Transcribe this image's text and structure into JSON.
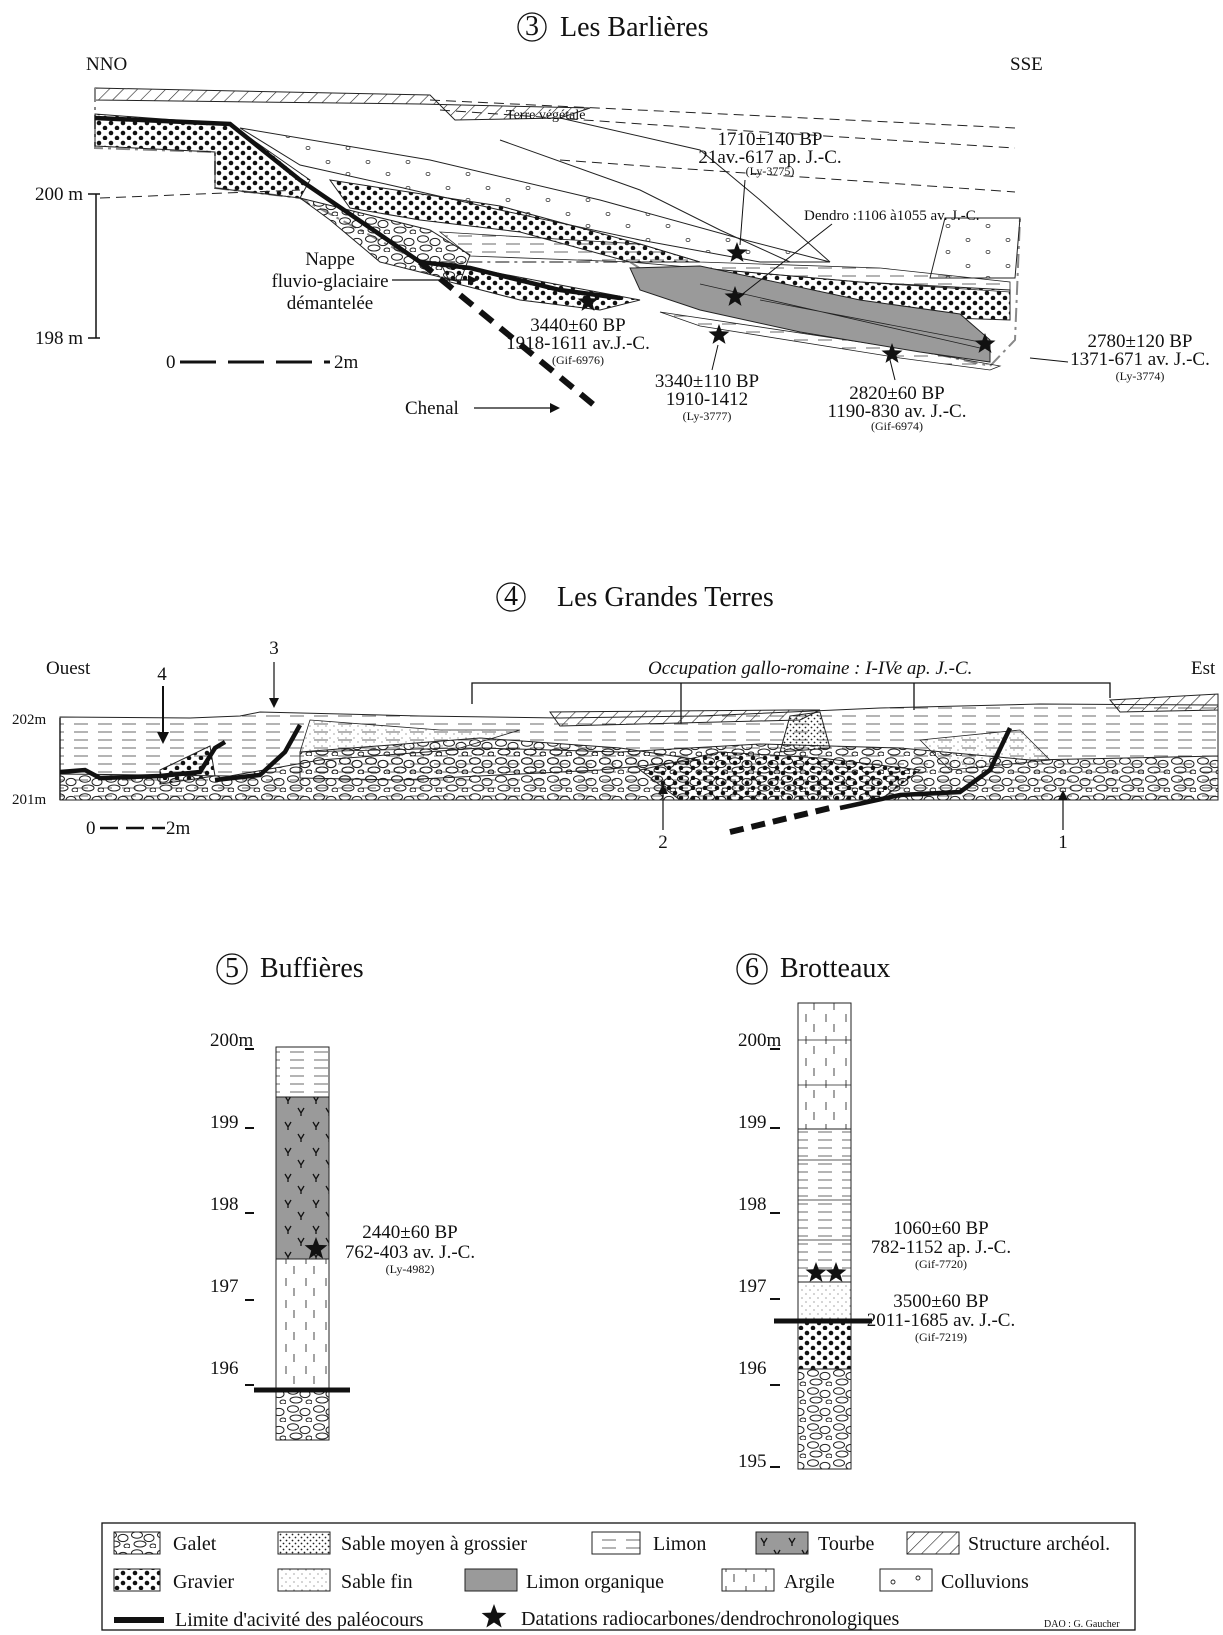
{
  "section3": {
    "number": "3",
    "title": "Les Barlières",
    "left_dir": "NNO",
    "right_dir": "SSE",
    "elev_top": "200 m",
    "elev_bottom": "198 m",
    "terre_vegetale": "Terre végétale",
    "nappe_1": "Nappe",
    "nappe_2": "fluvio-glaciaire",
    "nappe_3": "démantelée",
    "chenal": "Chenal",
    "scale_zero": "0",
    "scale_end": "2m",
    "dendro": "Dendro :1106 à1055 av. J.-C.",
    "dates": [
      {
        "bp": "1710±140 BP",
        "cal": "21av.-617 ap. J.-C.",
        "lab": "(Ly-3775)"
      },
      {
        "bp": "3440±60 BP",
        "cal": "1918-1611 av.J.-C.",
        "lab": "(Gif-6976)"
      },
      {
        "bp": "3340±110 BP",
        "cal": "1910-1412",
        "lab": "(Ly-3777)"
      },
      {
        "bp": "2820±60 BP",
        "cal": "1190-830 av. J.-C.",
        "lab": "(Gif-6974)"
      },
      {
        "bp": "2780±120 BP",
        "cal": "1371-671 av. J.-C.",
        "lab": "(Ly-3774)"
      }
    ]
  },
  "section4": {
    "number": "4",
    "title": "Les Grandes Terres",
    "left_dir": "Ouest",
    "right_dir": "Est",
    "occupation": "Occupation gallo-romaine : I-IVe ap. J.-C.",
    "elev_top": "202m",
    "elev_bottom": "201m",
    "scale_zero": "0",
    "scale_end": "2m",
    "markers": [
      "1",
      "2",
      "3",
      "4"
    ]
  },
  "section5": {
    "number": "5",
    "title": "Buffières",
    "ticks": [
      "200m",
      "199",
      "198",
      "197",
      "196"
    ],
    "date": {
      "bp": "2440±60 BP",
      "cal": "762-403 av. J.-C.",
      "lab": "(Ly-4982)"
    }
  },
  "section6": {
    "number": "6",
    "title": "Brotteaux",
    "ticks": [
      "200m",
      "199",
      "198",
      "197",
      "196",
      "195"
    ],
    "date1": {
      "bp": "1060±60 BP",
      "cal": "782-1152 ap. J.-C.",
      "lab": "(Gif-7720)"
    },
    "date2": {
      "bp": "3500±60 BP",
      "cal": "2011-1685 av. J.-C.",
      "lab": "(Gif-7219)"
    }
  },
  "legend": {
    "galet": "Galet",
    "sable_moyen": "Sable moyen à grossier",
    "limon": "Limon",
    "tourbe": "Tourbe",
    "structure": "Structure archéol.",
    "gravier": "Gravier",
    "sable_fin": "Sable fin",
    "limon_org": "Limon organique",
    "argile": "Argile",
    "colluvions": "Colluvions",
    "limite": "Limite d'acivité des paléocours",
    "datations": "Datations radiocarbones/dendrochronologiques",
    "credit": "DAO : G. Gaucher"
  },
  "colors": {
    "ink": "#111111",
    "organic": "#9a9a9a",
    "paper": "#ffffff"
  }
}
